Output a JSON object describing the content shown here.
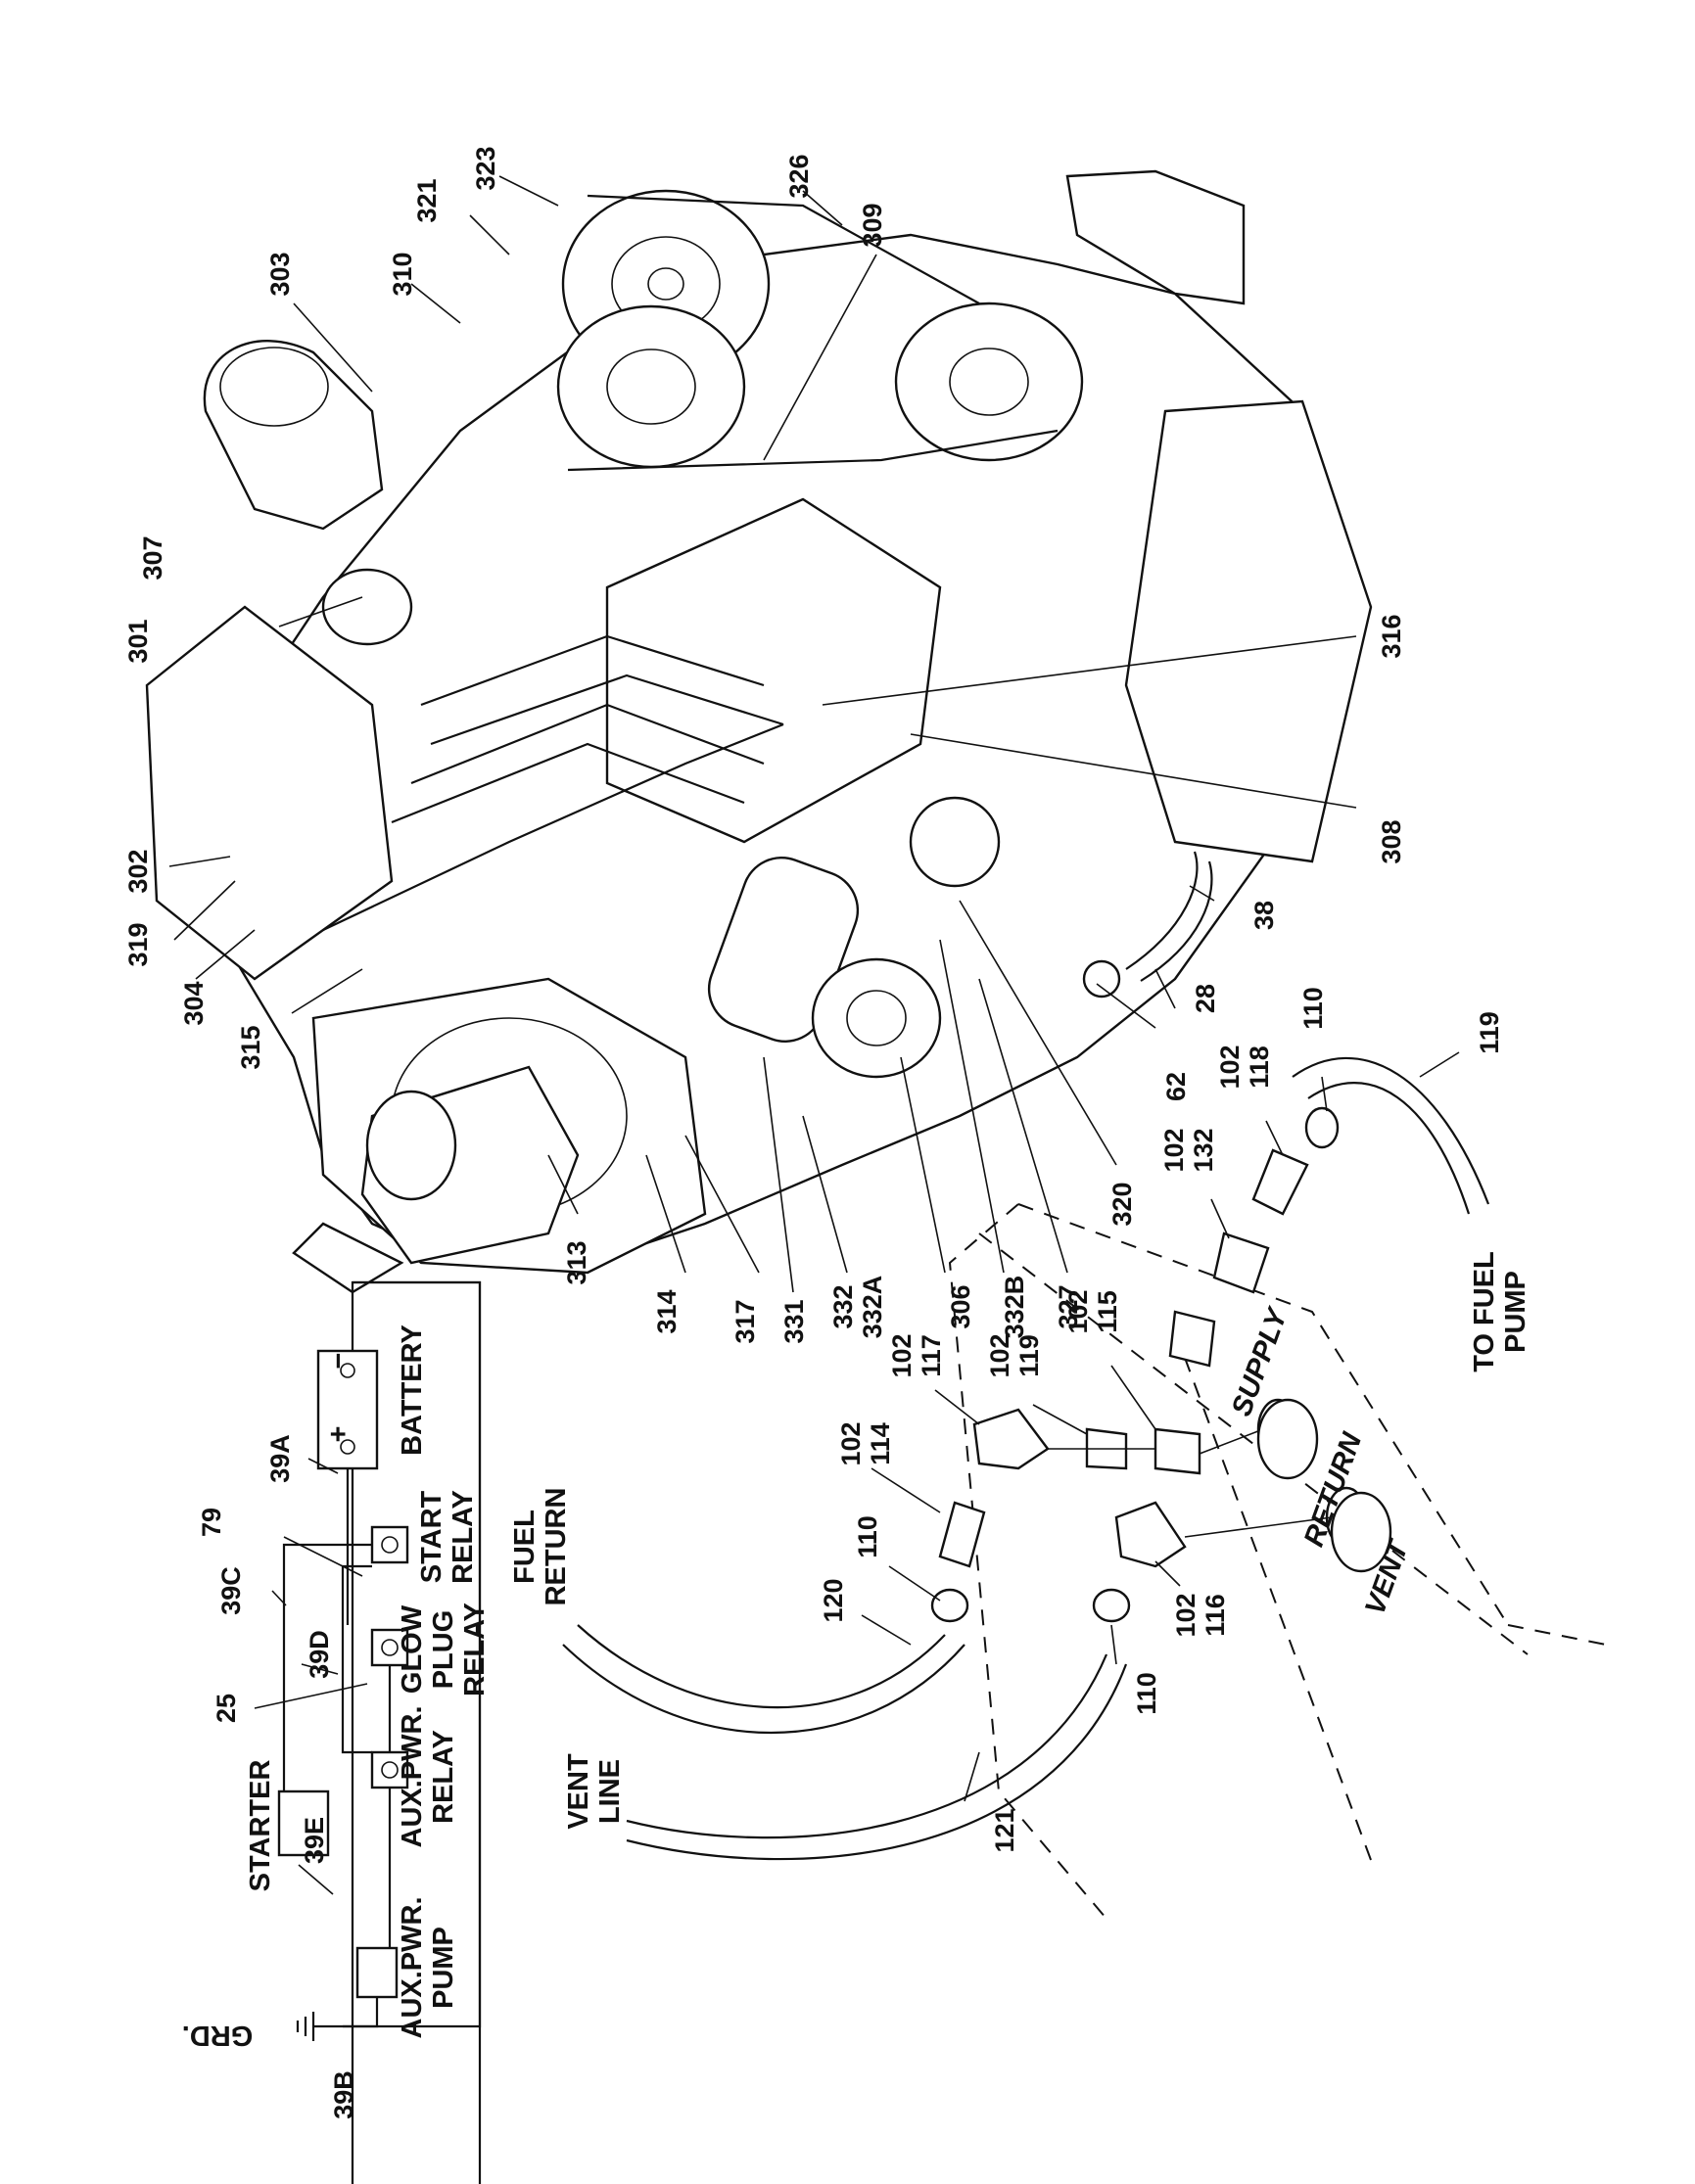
{
  "callouts": {
    "c301": "301",
    "c302": "302",
    "c303": "303",
    "c304": "304",
    "c306": "306",
    "c307": "307",
    "c308": "308",
    "c309": "309",
    "c310": "310",
    "c313": "313",
    "c314": "314",
    "c315": "315",
    "c316": "316",
    "c317": "317",
    "c319": "319",
    "c320": "320",
    "c321": "321",
    "c323": "323",
    "c326": "326",
    "c327": "327",
    "c331": "331",
    "c332": "332",
    "c332A": "332A",
    "c332B": "332B",
    "c28": "28",
    "c38": "38",
    "c62": "62",
    "c110a": "110",
    "c110b": "110",
    "c110c": "110",
    "c119": "119",
    "c120": "120",
    "c121": "121",
    "c102a": "102",
    "c118": "118",
    "c102b": "102",
    "c132": "132",
    "c102c": "102",
    "c115": "115",
    "c102d": "102",
    "c119b": "119",
    "c102e": "102",
    "c117": "117",
    "c102f": "102",
    "c114": "114",
    "c102g": "102",
    "c116": "116",
    "c39A": "39A",
    "c39B": "39B",
    "c39C": "39C",
    "c39D": "39D",
    "c39E": "39E",
    "c79": "79",
    "c25": "25"
  },
  "labels": {
    "to_fuel_pump_1": "TO FUEL",
    "to_fuel_pump_2": "PUMP",
    "supply": "SUPPLY",
    "return": "RETURN",
    "vent": "VENT",
    "fuel_return_1": "FUEL",
    "fuel_return_2": "RETURN",
    "vent_line_1": "VENT",
    "vent_line_2": "LINE",
    "battery": "BATTERY",
    "battery_plus": "+",
    "battery_minus": "−",
    "start_relay_1": "START",
    "start_relay_2": "RELAY",
    "glow_plug_relay_1": "GLOW",
    "glow_plug_relay_2": "PLUG",
    "glow_plug_relay_3": "RELAY",
    "aux_pwr_relay_1": "AUX.PWR.",
    "aux_pwr_relay_2": "RELAY",
    "aux_pwr_pump_1": "AUX.PWR.",
    "aux_pwr_pump_2": "PUMP",
    "starter": "STARTER",
    "grd": "GRD."
  }
}
